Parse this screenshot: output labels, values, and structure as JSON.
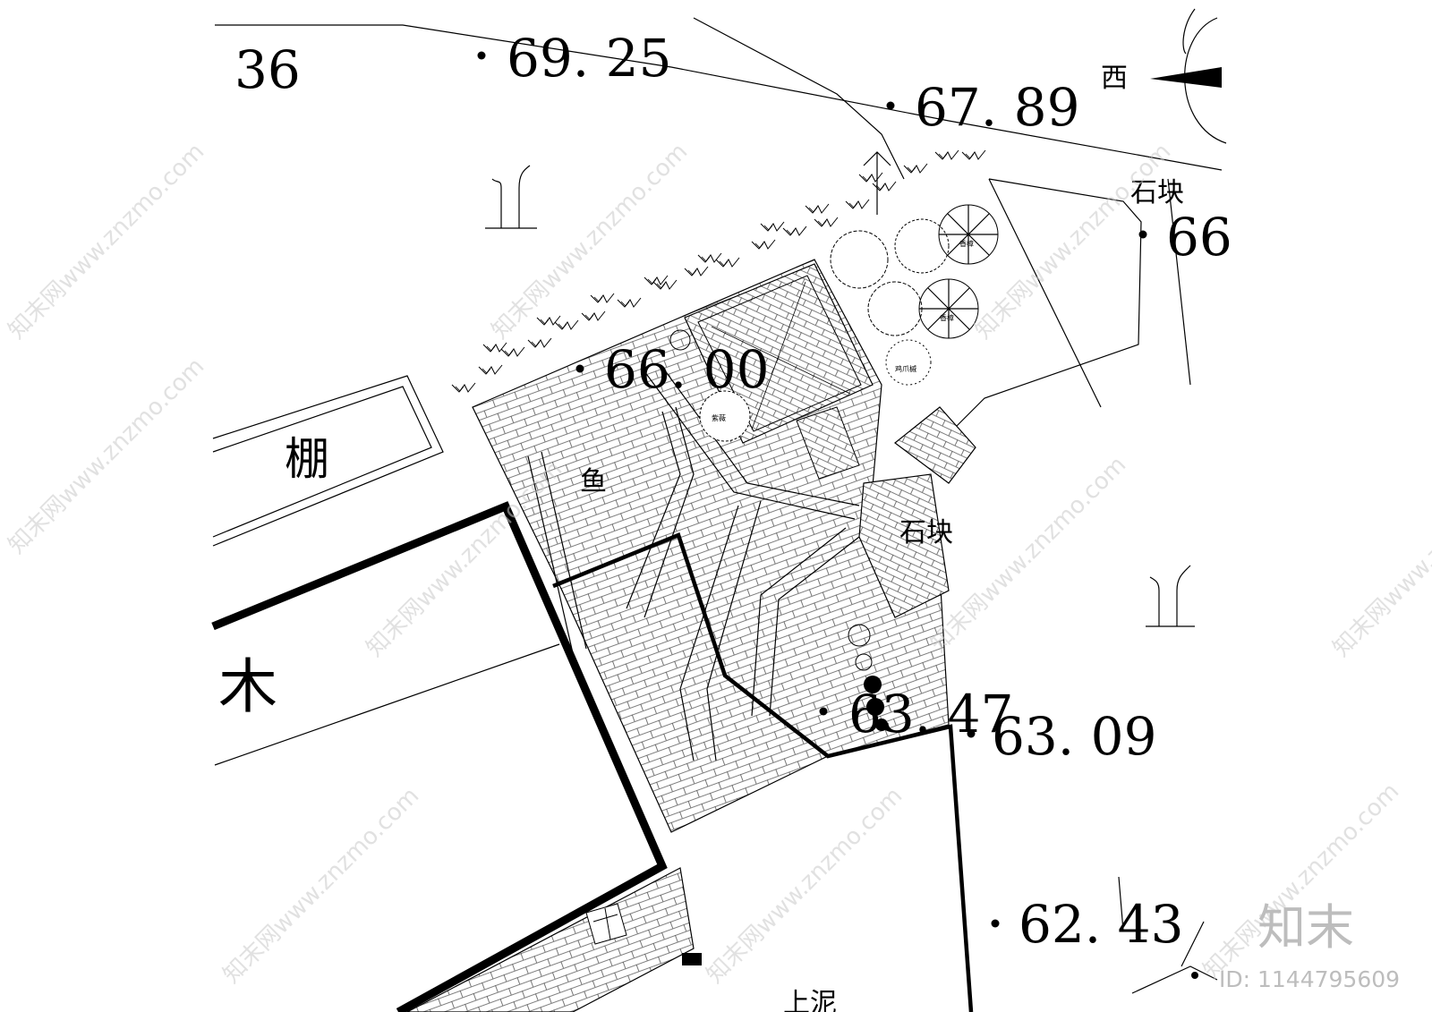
{
  "elevations": [
    "36",
    "69. 25",
    "67. 89",
    "66. 00",
    "63. 47",
    "63. 09",
    "62. 43",
    "66"
  ],
  "labels": {
    "north": "西",
    "shed": "棚",
    "fish": "鱼",
    "wood": "木",
    "stone_top": "石块",
    "stone_mid": "石块",
    "tree_a": "香樟",
    "tree_b": "香樟",
    "shrub": "鸡爪槭",
    "flower": "紫薇",
    "bottom_cut": "上泥"
  },
  "watermark": {
    "text": "知末网www.znzmo.com",
    "logo": "知末",
    "id": "ID: 1144795609"
  }
}
